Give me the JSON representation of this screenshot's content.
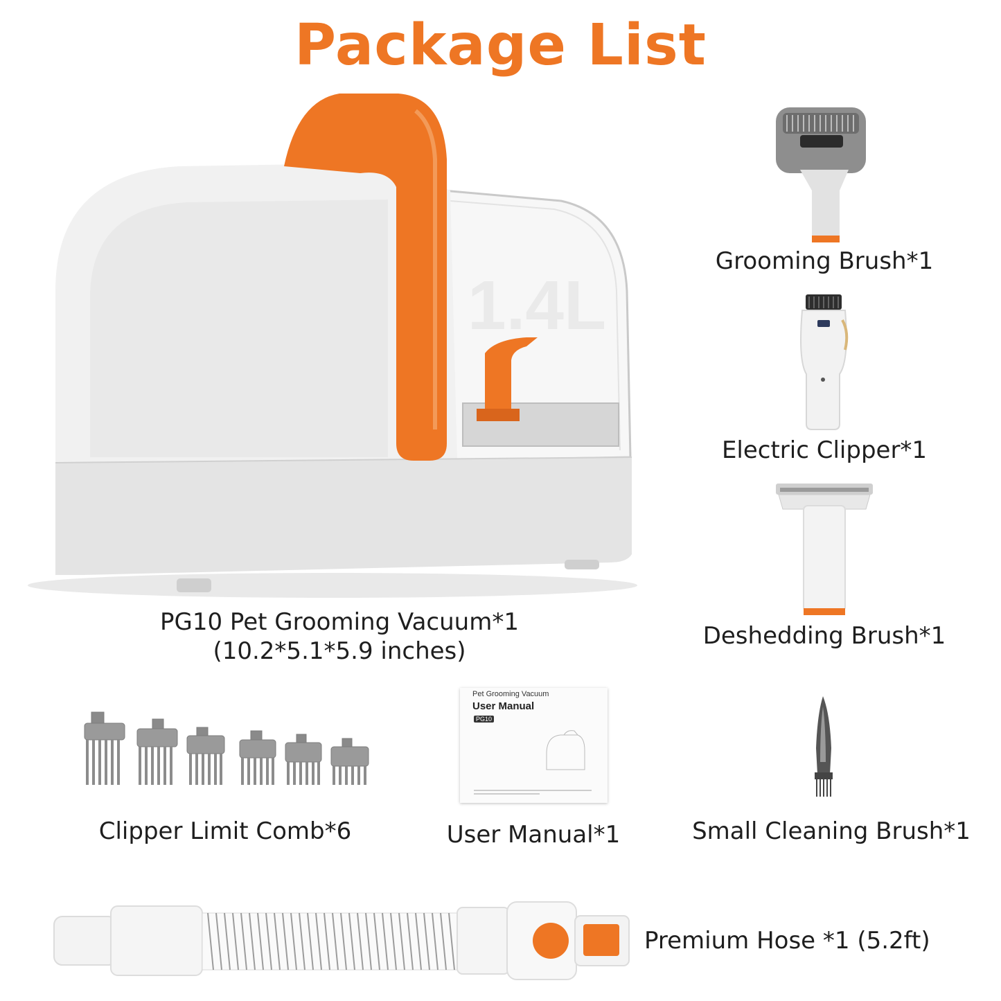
{
  "title": "Package List",
  "items": {
    "vacuum": {
      "label": "PG10 Pet Grooming Vacuum*1",
      "size": "(10.2*5.1*5.9 inches)",
      "capacity": "1.4L"
    },
    "grooming_brush": {
      "label": "Grooming Brush*1"
    },
    "electric_clipper": {
      "label": "Electric Clipper*1"
    },
    "deshedding_brush": {
      "label": "Deshedding Brush*1"
    },
    "limit_comb": {
      "label": "Clipper Limit Comb*6",
      "count": 6
    },
    "user_manual": {
      "label": "User Manual*1",
      "cover_subtitle": "Pet Grooming Vacuum",
      "cover_title": "User Manual",
      "cover_model": "PG10"
    },
    "cleaning_brush": {
      "label": "Small Cleaning Brush*1"
    },
    "hose": {
      "label": "Premium Hose *1 (5.2ft)"
    }
  },
  "colors": {
    "accent": "#ee7624",
    "body_white": "#f4f4f4",
    "base_gray": "#e6e6e6",
    "part_gray": "#8c8c8c"
  }
}
